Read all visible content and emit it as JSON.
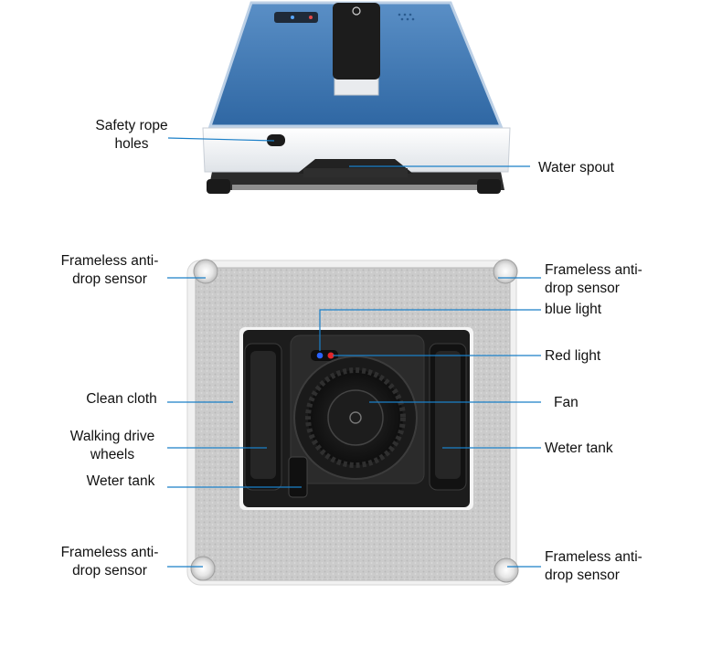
{
  "top_view": {
    "labels": {
      "safety_rope_holes": [
        "Safety rope",
        "holes"
      ],
      "water_spout": "Water spout"
    }
  },
  "bottom_view": {
    "labels": {
      "sensor_top_left": [
        "Frameless anti-",
        "drop sensor"
      ],
      "sensor_top_right": [
        "Frameless anti-",
        "drop sensor"
      ],
      "sensor_bottom_left": [
        "Frameless anti-",
        "drop sensor"
      ],
      "sensor_bottom_right": [
        "Frameless anti-",
        "drop sensor"
      ],
      "blue_light": "blue light",
      "red_light": "Red light",
      "clean_cloth": "Clean cloth",
      "fan": "Fan",
      "walking_drive_wheels": [
        "Walking drive",
        "wheels"
      ],
      "water_tank_left": "Weter tank",
      "water_tank_right": "Weter tank"
    }
  },
  "colors": {
    "leader_line": "#1a7fc8",
    "robot_blue": "#3f78b3",
    "robot_white": "#f4f6f8",
    "cloth_gray": "#c9c9c9",
    "body_black": "#1b1b1b",
    "blue_led": "#2a63ff",
    "red_led": "#e3262a"
  }
}
